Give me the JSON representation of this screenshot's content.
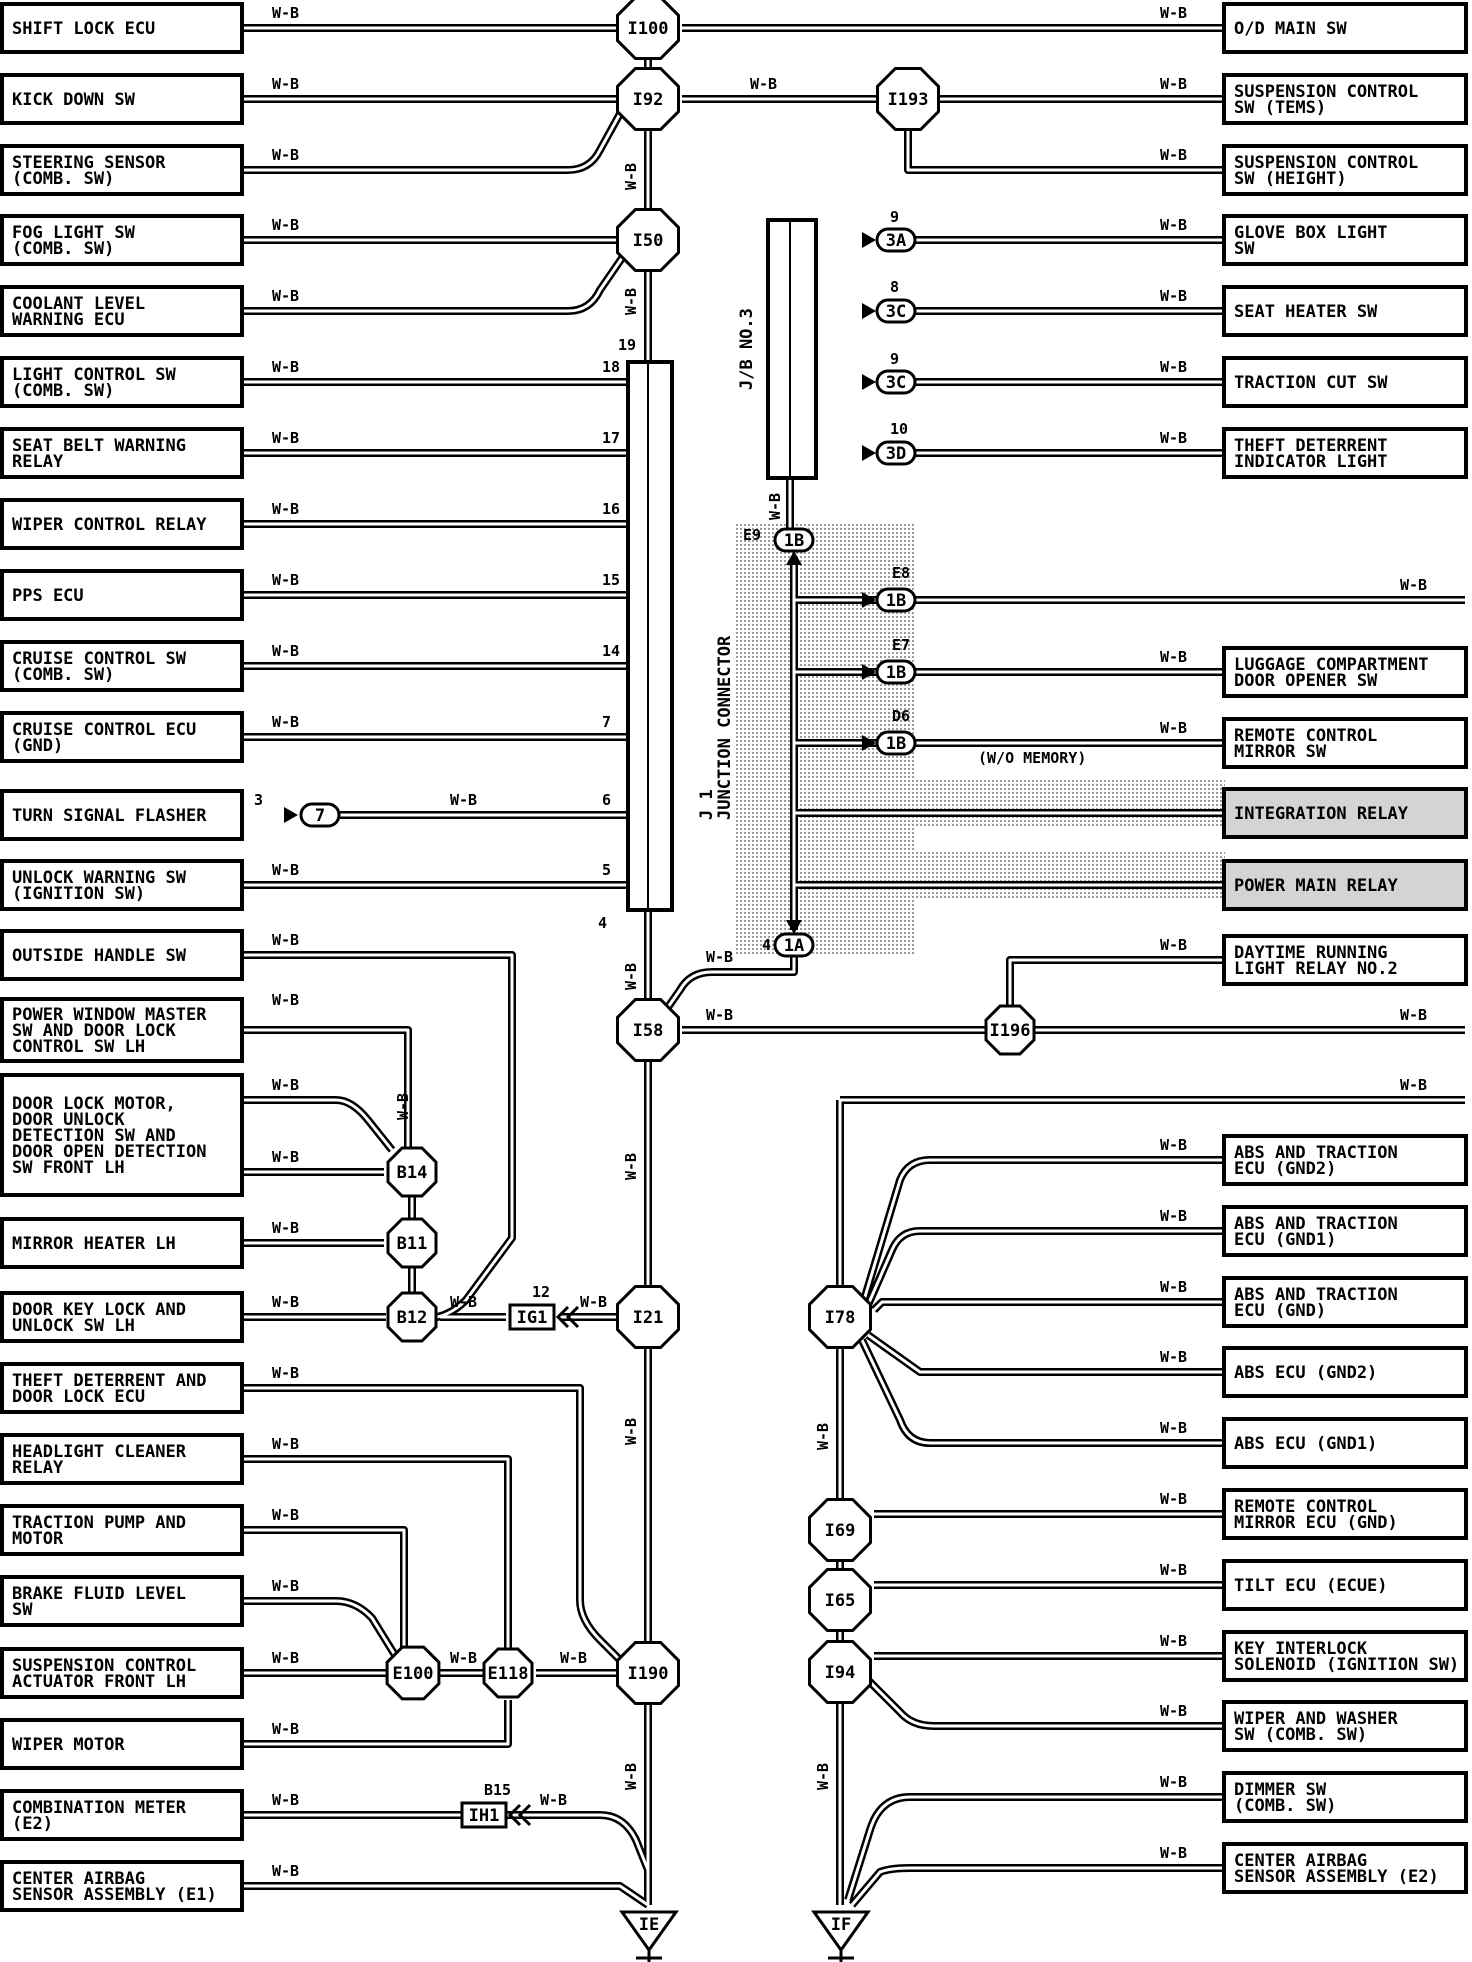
{
  "wire_color": "W-B",
  "left_components": [
    {
      "lines": [
        "SHIFT LOCK ECU"
      ]
    },
    {
      "lines": [
        "KICK DOWN SW"
      ]
    },
    {
      "lines": [
        "STEERING SENSOR",
        "(COMB. SW)"
      ]
    },
    {
      "lines": [
        "FOG LIGHT SW",
        "(COMB. SW)"
      ]
    },
    {
      "lines": [
        "COOLANT LEVEL",
        "WARNING ECU"
      ]
    },
    {
      "lines": [
        "LIGHT CONTROL SW",
        "(COMB. SW)"
      ]
    },
    {
      "lines": [
        "SEAT BELT WARNING",
        "RELAY"
      ]
    },
    {
      "lines": [
        "WIPER CONTROL RELAY"
      ]
    },
    {
      "lines": [
        "PPS ECU"
      ]
    },
    {
      "lines": [
        "CRUISE CONTROL SW",
        "(COMB. SW)"
      ]
    },
    {
      "lines": [
        "CRUISE CONTROL ECU",
        "(GND)"
      ]
    },
    {
      "lines": [
        "TURN SIGNAL FLASHER"
      ]
    },
    {
      "lines": [
        "UNLOCK WARNING SW",
        "(IGNITION SW)"
      ]
    },
    {
      "lines": [
        "OUTSIDE HANDLE SW"
      ]
    },
    {
      "lines": [
        "POWER WINDOW MASTER",
        "SW AND DOOR LOCK",
        "CONTROL SW LH"
      ]
    },
    {
      "lines": [
        "DOOR LOCK MOTOR,",
        "DOOR UNLOCK",
        "DETECTION SW AND",
        "DOOR OPEN DETECTION",
        "SW FRONT LH"
      ]
    },
    {
      "lines": [
        "MIRROR HEATER LH"
      ]
    },
    {
      "lines": [
        "DOOR KEY LOCK AND",
        "UNLOCK SW LH"
      ]
    },
    {
      "lines": [
        "THEFT DETERRENT AND",
        "DOOR LOCK ECU"
      ]
    },
    {
      "lines": [
        "HEADLIGHT CLEANER",
        "RELAY"
      ]
    },
    {
      "lines": [
        "TRACTION PUMP AND",
        "MOTOR"
      ]
    },
    {
      "lines": [
        "BRAKE FLUID LEVEL",
        "SW"
      ]
    },
    {
      "lines": [
        "SUSPENSION CONTROL",
        "ACTUATOR FRONT LH"
      ]
    },
    {
      "lines": [
        "WIPER MOTOR"
      ]
    },
    {
      "lines": [
        "COMBINATION METER",
        "(E2)"
      ]
    },
    {
      "lines": [
        "CENTER AIRBAG",
        "SENSOR ASSEMBLY (E1)"
      ]
    }
  ],
  "right_components": [
    {
      "lines": [
        "O/D MAIN SW"
      ]
    },
    {
      "lines": [
        "SUSPENSION CONTROL",
        "SW (TEMS)"
      ]
    },
    {
      "lines": [
        "SUSPENSION CONTROL",
        "SW (HEIGHT)"
      ]
    },
    {
      "lines": [
        "GLOVE BOX LIGHT",
        "SW"
      ]
    },
    {
      "lines": [
        "SEAT HEATER SW"
      ]
    },
    {
      "lines": [
        "TRACTION CUT SW"
      ]
    },
    {
      "lines": [
        "THEFT DETERRENT",
        "INDICATOR LIGHT"
      ]
    },
    {
      "lines": [
        "LUGGAGE COMPARTMENT",
        "DOOR OPENER SW"
      ]
    },
    {
      "lines": [
        "REMOTE CONTROL",
        "MIRROR SW"
      ]
    },
    {
      "lines": [
        "INTEGRATION RELAY"
      ]
    },
    {
      "lines": [
        "POWER MAIN RELAY"
      ]
    },
    {
      "lines": [
        "DAYTIME RUNNING",
        "LIGHT RELAY NO.2"
      ]
    },
    {
      "lines": [
        "ABS AND TRACTION",
        "ECU (GND2)"
      ]
    },
    {
      "lines": [
        "ABS AND TRACTION",
        "ECU (GND1)"
      ]
    },
    {
      "lines": [
        "ABS AND TRACTION",
        "ECU (GND)"
      ]
    },
    {
      "lines": [
        "ABS ECU (GND2)"
      ]
    },
    {
      "lines": [
        "ABS ECU (GND1)"
      ]
    },
    {
      "lines": [
        "REMOTE CONTROL",
        "MIRROR ECU (GND)"
      ]
    },
    {
      "lines": [
        "TILT ECU (ECUE)"
      ]
    },
    {
      "lines": [
        "KEY INTERLOCK",
        "SOLENOID (IGNITION SW)"
      ]
    },
    {
      "lines": [
        "WIPER AND WASHER",
        "SW (COMB. SW)"
      ]
    },
    {
      "lines": [
        "DIMMER SW",
        "(COMB. SW)"
      ]
    },
    {
      "lines": [
        "CENTER AIRBAG",
        "SENSOR ASSEMBLY (E2)"
      ]
    }
  ],
  "splice_points": [
    "I100",
    "I92",
    "I50",
    "I193",
    "I58",
    "I196",
    "I21",
    "I190",
    "I78",
    "I69",
    "I65",
    "I94",
    "B14",
    "B11",
    "B12",
    "E100",
    "E118"
  ],
  "connectors": [
    "3A",
    "3C",
    "3C",
    "3D",
    "1B",
    "1B",
    "1B",
    "1B",
    "1A",
    "7",
    "IG1",
    "IH1"
  ],
  "pin_numbers": [
    "19",
    "18",
    "17",
    "16",
    "15",
    "14",
    "7",
    "6",
    "5",
    "4",
    "3",
    "9",
    "8",
    "9",
    "10",
    "E9",
    "E8",
    "E7",
    "D6",
    "4",
    "12",
    "B15"
  ],
  "jb_label": "J/B NO.3",
  "j1_label": [
    "J 1",
    "JUNCTION CONNECTOR"
  ],
  "wo_memory": "(W/O MEMORY)",
  "grounds": [
    "IE",
    "IF"
  ]
}
